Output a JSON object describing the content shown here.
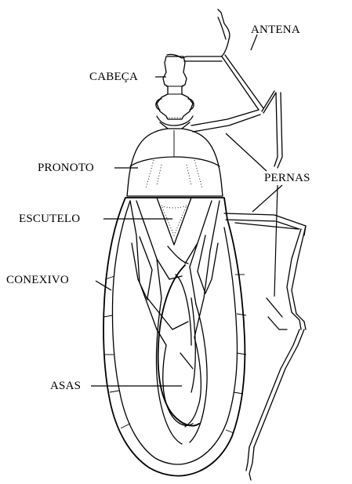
{
  "labels": {
    "antena": "ANTENA",
    "cabeca": "CABEÇA",
    "pronoto": "PRONOTO",
    "pernas": "PERNAS",
    "escutelo": "ESCUTELO",
    "conexivo": "CONEXIVO",
    "asas": "ASAS"
  },
  "colors": {
    "line": "#000000",
    "background": "#ffffff"
  }
}
